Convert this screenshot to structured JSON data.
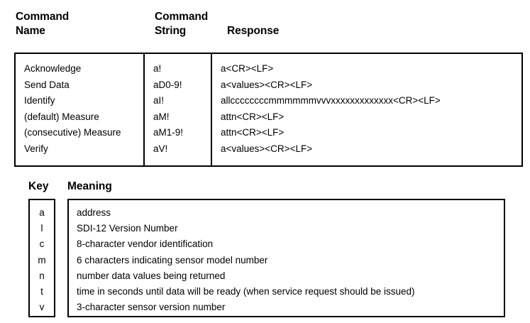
{
  "commands": {
    "headers": {
      "name": "Command\nName",
      "string": "Command\nString",
      "response": "Response"
    },
    "rows": [
      {
        "name": "Acknowledge",
        "string": "a!",
        "response": "a<CR><LF>"
      },
      {
        "name": "Send Data",
        "string": "aD0-9!",
        "response": "a<values><CR><LF>"
      },
      {
        "name": "Identify",
        "string": "aI!",
        "response": "allccccccccmmmmmmvvvxxxxxxxxxxxxx<CR><LF>"
      },
      {
        "name": "(default) Measure",
        "string": "aM!",
        "response": "attn<CR><LF>"
      },
      {
        "name": "(consecutive) Measure",
        "string": "aM1-9!",
        "response": "attn<CR><LF>"
      },
      {
        "name": "Verify",
        "string": "aV!",
        "response": "a<values><CR><LF>"
      }
    ]
  },
  "key_table": {
    "headers": {
      "key": "Key",
      "meaning": "Meaning"
    },
    "rows": [
      {
        "key": "a",
        "meaning": "address"
      },
      {
        "key": "l",
        "meaning": "SDI-12 Version Number"
      },
      {
        "key": "c",
        "meaning": "8-character vendor identification"
      },
      {
        "key": "m",
        "meaning": "6 characters indicating sensor model number"
      },
      {
        "key": "n",
        "meaning": "number data values being returned"
      },
      {
        "key": "t",
        "meaning": "time in seconds until data will be ready (when service request should be issued)"
      },
      {
        "key": "v",
        "meaning": "3-character sensor version number"
      }
    ]
  },
  "colors": {
    "background": "#ffffff",
    "text": "#000000",
    "border": "#000000"
  }
}
